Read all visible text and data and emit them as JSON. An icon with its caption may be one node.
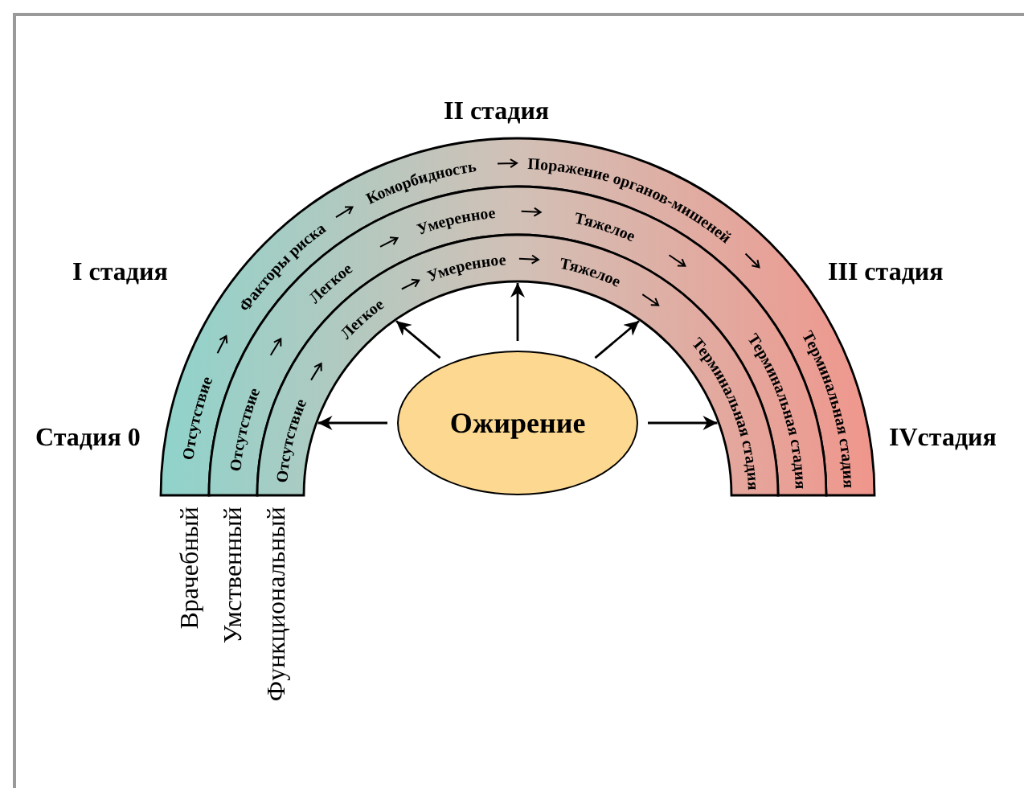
{
  "diagram": {
    "nodes": [
      {
        "text": [
          "Отсутствие",
          "Факторы риска",
          "Коморбидность",
          "Поражение органов-мишеней",
          "Терминальная стадия"
        ]
      },
      {
        "text": [
          "Отсутствие",
          "Легкое",
          "Умеренное",
          "Тяжелое",
          "Терминальная стадия"
        ]
      },
      {
        "text": [
          "Отсутствие",
          "Легкое",
          "Умеренное",
          "Тяжелое",
          "Терминальная стадия"
        ]
      },
      {
        "text": [
          "Ожирение"
        ]
      }
    ],
    "edges": [
      {
        "from": 3,
        "to": 2,
        "arrow": "to"
      },
      {
        "from": 3,
        "to": 2,
        "arrow": "to"
      },
      {
        "from": 3,
        "to": 2,
        "arrow": "to"
      },
      {
        "from": 3,
        "to": 2,
        "arrow": "to"
      },
      {
        "from": 3,
        "to": 2,
        "arrow": "to"
      }
    ],
    "labels": [
      "II стадия",
      "I стадия",
      "III стадия",
      "Стадия 0",
      "IVстадия",
      "Врачебный",
      "Умственный",
      "Функциональный"
    ]
  }
}
